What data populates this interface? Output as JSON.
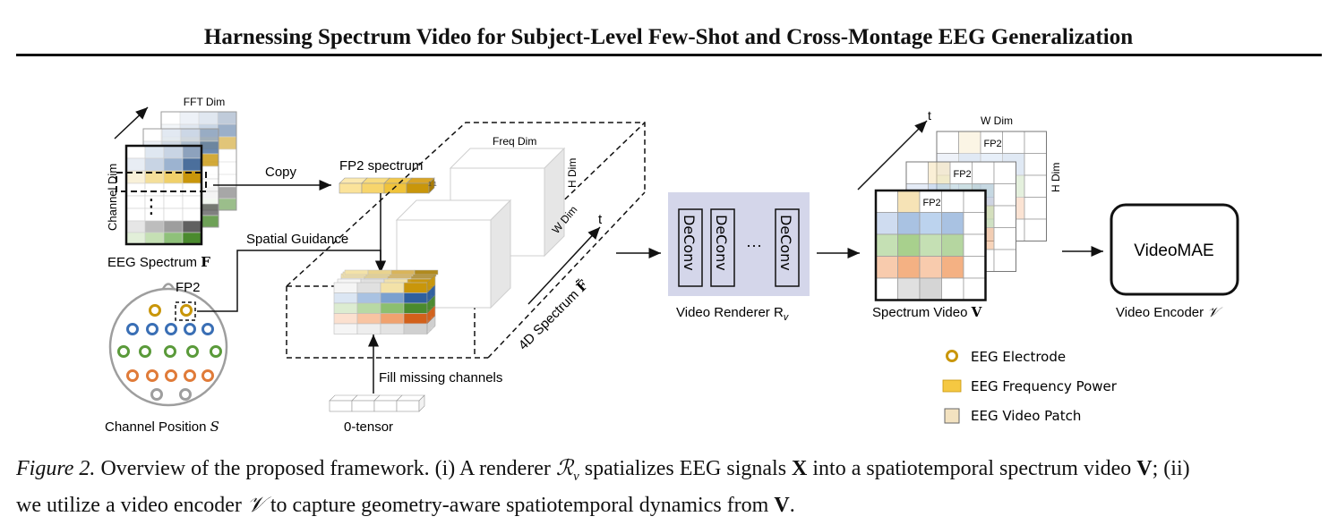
{
  "header": {
    "title": "Harnessing Spectrum Video for Subject-Level Few-Shot and Cross-Montage EEG Generalization"
  },
  "figure": {
    "left": {
      "fft_dim": "FFT Dim",
      "channel_dim": "Channel Dim",
      "eeg_spectrum_label": "EEG Spectrum",
      "eeg_spectrum_symbol": "F",
      "channel_position_label": "Channel Position",
      "channel_position_symbol": "S",
      "fp2_label": "FP2",
      "dots": "⋮"
    },
    "middle": {
      "copy": "Copy",
      "fp2_spectrum": "FP2 spectrum",
      "spatial_guidance": "Spatial Guidance",
      "freq_dim": "Freq Dim",
      "h_dim": "H Dim",
      "w_dim": "W Dim",
      "t": "t",
      "spectrum_4d": "4D Spectrum",
      "spectrum_4d_symbol": "F̃",
      "fill_missing": "Fill missing channels",
      "zero_tensor": "0-tensor",
      "tiny_index": "1 1"
    },
    "renderer": {
      "deconv": [
        "DeConv",
        "DeConv",
        "DeConv"
      ],
      "ellipsis": "···",
      "label": "Video Renderer R",
      "label_sub": "v"
    },
    "video": {
      "w_dim": "W Dim",
      "h_dim": "H Dim",
      "t": "t",
      "fp2_tags": [
        "FP2",
        "FP2",
        "FP2"
      ],
      "label": "Spectrum Video",
      "label_symbol": "V"
    },
    "encoder": {
      "name": "VideoMAE",
      "label": "Video Encoder",
      "label_symbol": "𝒱"
    },
    "legend": {
      "items": [
        "EEG Electrode",
        "EEG Frequency Power",
        "EEG Video Patch"
      ]
    }
  },
  "colors": {
    "yellow": "#f5c842",
    "gold": "#c9960a",
    "blue": "#3a6fb5",
    "lightblue": "#bcd3ee",
    "green": "#5a9a3a",
    "lightgreen": "#c5e0b4",
    "orange": "#e07b39",
    "lightorange": "#f8cbad",
    "gray": "#9e9e9e",
    "renderer_bg": "#d4d6ea"
  },
  "caption": {
    "fig_label": "Figure 2.",
    "line1_a": "Overview of the proposed framework. (i) A renderer ",
    "Rv": "ℛ",
    "Rv_sub": "v",
    "line1_b": " spatializes EEG signals ",
    "X": "X",
    "line1_c": " into a spatiotemporal spectrum video ",
    "V1": "V",
    "line1_d": "; (ii)",
    "line2_a": "we utilize a video encoder ",
    "calV": "𝒱",
    "line2_b": " to capture geometry-aware spatiotemporal dynamics from ",
    "V2": "V",
    "line2_c": "."
  }
}
